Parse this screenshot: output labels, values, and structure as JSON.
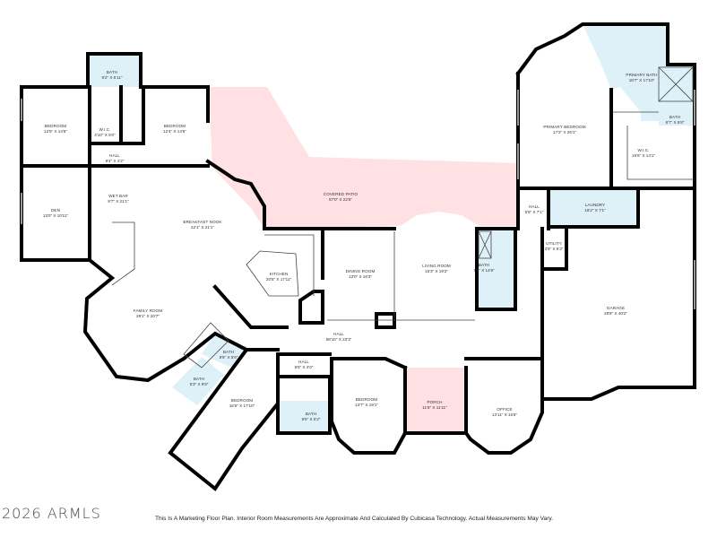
{
  "colors": {
    "patio_porch": "#ffe0e3",
    "wet_room": "#dff1f8",
    "wall": "#000000"
  },
  "rooms": [
    {
      "name": "BATH",
      "dims": "9'2\" X 5'11\""
    },
    {
      "name": "BEDROOM",
      "dims": "12'5\" X 14'6\""
    },
    {
      "name": "W.I.C.",
      "dims": "4'10\" X 5'0\""
    },
    {
      "name": "BEDROOM",
      "dims": "12'4\" X 14'6\""
    },
    {
      "name": "HALL",
      "dims": "9'4\" X 4'2\""
    },
    {
      "name": "DEN",
      "dims": "13'0\" X 10'11\""
    },
    {
      "name": "WET BAR",
      "dims": "9'7\" X 21'1\""
    },
    {
      "name": "BREAKFAST NOOK",
      "dims": "22'1\" X 21'1\""
    },
    {
      "name": "COVERED PATIO",
      "dims": "57'0\" X 22'5\""
    },
    {
      "name": "PRIMARY BEDROOM",
      "dims": "17'2\" X 26'1\""
    },
    {
      "name": "PRIMARY BATH",
      "dims": "18'7\" X 17'10\""
    },
    {
      "name": "BATH",
      "dims": "6'7\" X 5'8\""
    },
    {
      "name": "W.I.C.",
      "dims": "15'6\" X 14'1\""
    },
    {
      "name": "HALL",
      "dims": "5'8\" X 7'1\""
    },
    {
      "name": "LAUNDRY",
      "dims": "16'2\" X 7'1\""
    },
    {
      "name": "UTILITY",
      "dims": "3'9\" X 6'3\""
    },
    {
      "name": "BATH",
      "dims": "7'1\" X 14'9\""
    },
    {
      "name": "GARAGE",
      "dims": "28'8\" X 40'2\""
    },
    {
      "name": "LIVING ROOM",
      "dims": "15'3\" X 19'2\""
    },
    {
      "name": "DINING ROOM",
      "dims": "13'0\" X 16'3\""
    },
    {
      "name": "KITCHEN",
      "dims": "20'5\" X 17'11\""
    },
    {
      "name": "FAMILY ROOM",
      "dims": "29'1\" X 20'7\""
    },
    {
      "name": "HALL",
      "dims": "58'10\" X 23'3\""
    },
    {
      "name": "BATH",
      "dims": "8'5\" X 5'6\""
    },
    {
      "name": "BATH",
      "dims": "5'3\" X 9'8\""
    },
    {
      "name": "HALL",
      "dims": "9'6\" X 4'0\""
    },
    {
      "name": "BEDROOM",
      "dims": "16'5\" X 17'10\""
    },
    {
      "name": "BATH",
      "dims": "9'6\" X 5'2\""
    },
    {
      "name": "BEDROOM",
      "dims": "13'7\" X 19'1\""
    },
    {
      "name": "PORCH",
      "dims": "11'6\" X 11'11\""
    },
    {
      "name": "OFFICE",
      "dims": "13'11\" X 15'8\""
    }
  ],
  "footer": {
    "copyright": "2026 ARMLS",
    "disclaimer": "This Is A Marketing Floor Plan. Interior Room Measurements Are Approximate And Calculated By Cubicasa Technology. Actual Measurements May Vary."
  }
}
